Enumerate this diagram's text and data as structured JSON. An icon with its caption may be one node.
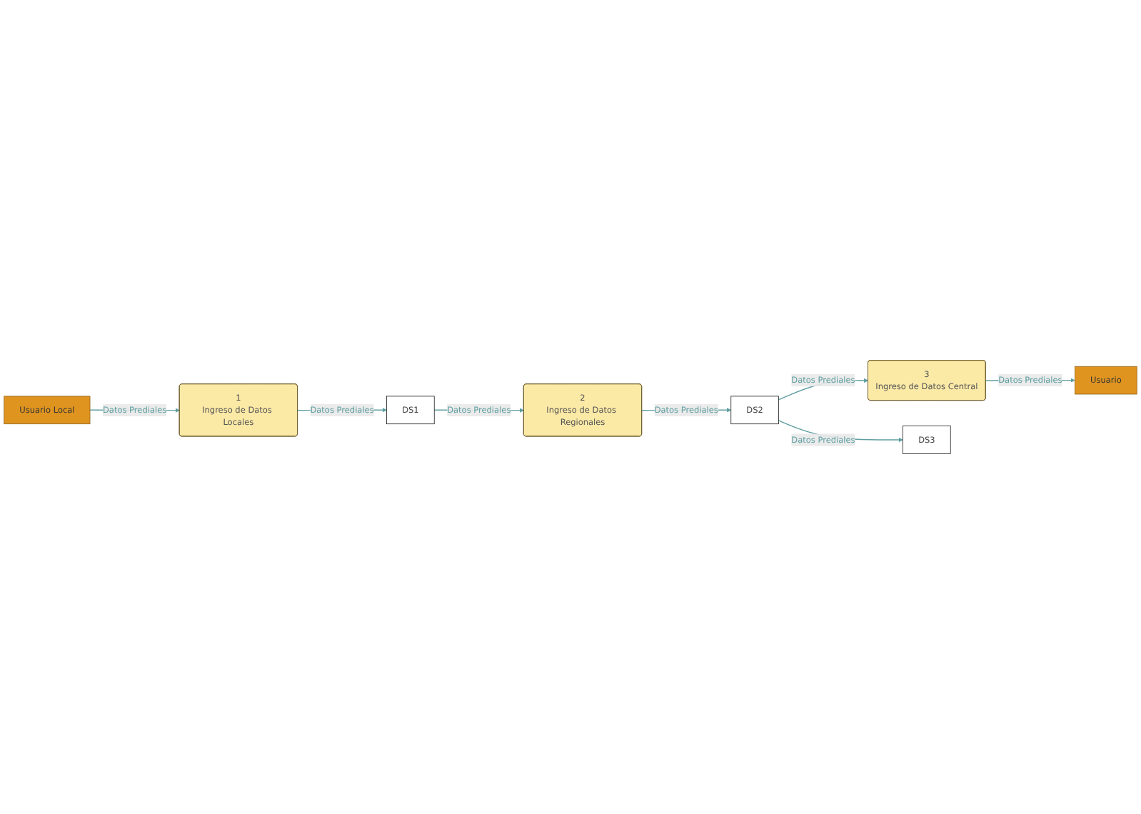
{
  "diagram": {
    "nodes": [
      {
        "text": [
          "Usuario Local"
        ]
      },
      {
        "text": [
          "1",
          "Ingreso de Datos Locales"
        ]
      },
      {
        "text": [
          "2",
          "Ingreso de Datos Regionales"
        ]
      },
      {
        "text": [
          "3",
          "Ingreso de Datos Central"
        ]
      },
      {
        "text": [
          "DS1"
        ]
      },
      {
        "text": [
          "DS2"
        ]
      },
      {
        "text": [
          "DS3"
        ]
      },
      {
        "text": [
          "Usuario"
        ]
      }
    ],
    "edges": [
      {
        "from": 0,
        "to": 1,
        "arrow": "to",
        "label": "Datos Prediales"
      },
      {
        "from": 1,
        "to": 4,
        "arrow": "to",
        "label": "Datos Prediales"
      },
      {
        "from": 4,
        "to": 2,
        "arrow": "to",
        "label": "Datos Prediales"
      },
      {
        "from": 2,
        "to": 5,
        "arrow": "to",
        "label": "Datos Prediales"
      },
      {
        "from": 5,
        "to": 3,
        "arrow": "to",
        "label": "Datos Prediales"
      },
      {
        "from": 5,
        "to": 6,
        "arrow": "to",
        "label": "Datos Prediales"
      },
      {
        "from": 3,
        "to": 7,
        "arrow": "to",
        "label": "Datos Prediales"
      }
    ]
  }
}
